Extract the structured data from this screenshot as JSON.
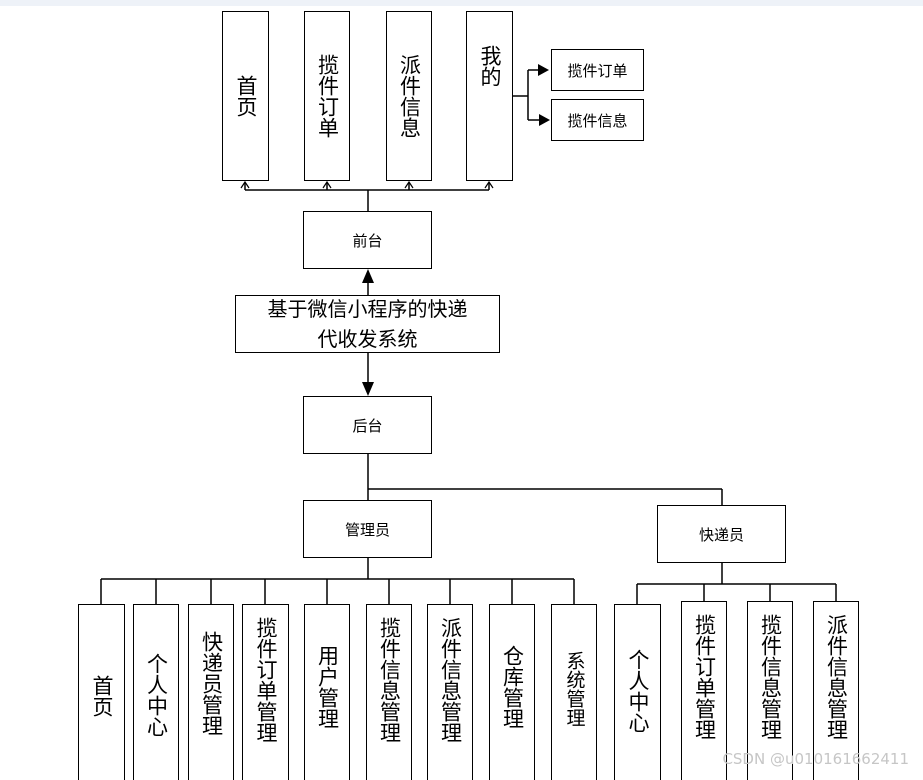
{
  "diagram": {
    "root": {
      "line1": "基于微信小程序的快递",
      "line2": "代收发系统"
    },
    "frontend": {
      "label": "前台",
      "children": [
        "首页",
        "揽件订单",
        "派件信息",
        "我的"
      ],
      "my_children": [
        "揽件订单",
        "揽件信息"
      ]
    },
    "backend": {
      "label": "后台",
      "admin": {
        "label": "管理员",
        "children": [
          "首页",
          "个人中心",
          "快递员管理",
          "揽件订单管理",
          "用户管理",
          "揽件信息管理",
          "派件信息管理",
          "仓库管理",
          "系统管理"
        ]
      },
      "courier": {
        "label": "快递员",
        "children": [
          "个人中心",
          "揽件订单管理",
          "揽件信息管理",
          "派件信息管理"
        ]
      }
    }
  },
  "watermark": "CSDN @u010161662411"
}
